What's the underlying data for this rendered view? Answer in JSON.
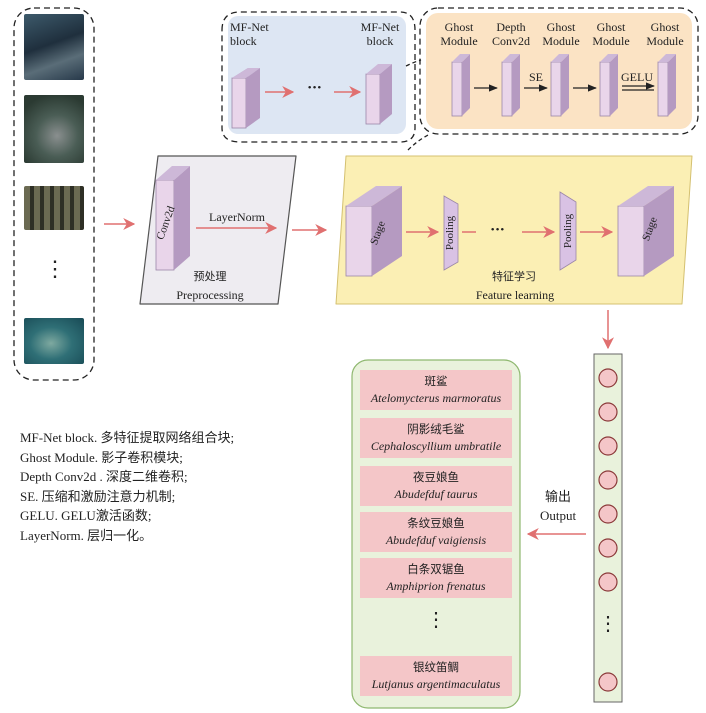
{
  "mf_net_block_first": "MF-Net\nblock",
  "mf_net_block_last": "MF-Net\nblock",
  "ellipsis": "•••",
  "vertical_ellipsis": "⋮",
  "modules": [
    {
      "label": "Ghost\nModule"
    },
    {
      "label": "Depth\nConv2d"
    },
    {
      "label": "Ghost\nModule"
    },
    {
      "label": "Ghost\nModule"
    },
    {
      "label": "Ghost\nModule"
    }
  ],
  "arrow_se": "SE",
  "arrow_gelu": "GELU",
  "preprocessing": {
    "conv_label": "Conv2d",
    "layernorm": "LayerNorm",
    "title_cn": "预处理",
    "title_en": "Preprocessing"
  },
  "feature_learning": {
    "stage_label": "Stage",
    "pooling_label": "Pooling",
    "title_cn": "特征学习",
    "title_en": "Feature learning"
  },
  "output": {
    "label_cn": "输出",
    "label_en": "Output"
  },
  "species": [
    {
      "cn": "斑鲨",
      "latin": "Atelomycterus marmoratus"
    },
    {
      "cn": "阴影绒毛鲨",
      "latin": "Cephaloscyllium umbratile"
    },
    {
      "cn": "夜豆娘鱼",
      "latin": "Abudefduf taurus"
    },
    {
      "cn": "条纹豆娘鱼",
      "latin": "Abudefduf vaigiensis"
    },
    {
      "cn": "白条双锯鱼",
      "latin": "Amphiprion frenatus"
    },
    {
      "cn": "银纹笛鲷",
      "latin": "Lutjanus argentimaculatus"
    }
  ],
  "legend": [
    "MF-Net block. 多特征提取网络组合块;",
    "Ghost Module. 影子卷积模块;",
    "Depth Conv2d . 深度二维卷积;",
    "SE. 压缩和激励注意力机制;",
    "GELU. GELU激活函数;",
    "LayerNorm. 层归一化。"
  ],
  "colors": {
    "block_panel": "#dde6f3",
    "module_panel": "#fbe3c4",
    "preproc_panel": "#eeecf1",
    "feature_panel": "#fbefb4",
    "output_panel": "#e9f2dc",
    "species_bar": "#f4c6c8",
    "node_fill": "#f4c6c8",
    "arrow": "#e07070",
    "layer_front": "#e9d5ea",
    "layer_side": "#b59ac1"
  }
}
